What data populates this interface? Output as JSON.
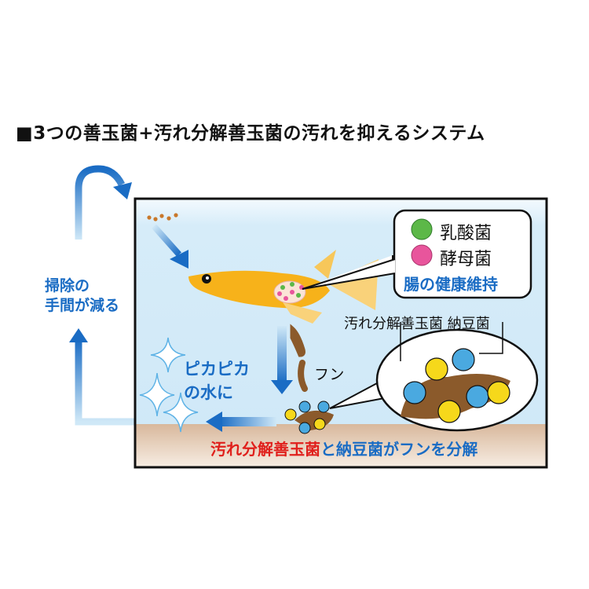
{
  "title": "■3つの善玉菌+汚れ分解善玉菌の汚れを抑えるシステム",
  "loop_label": [
    "掃除の",
    "手間が減る"
  ],
  "legend": {
    "items": [
      {
        "label": "乳酸菌",
        "color": "#5cb848"
      },
      {
        "label": "酵母菌",
        "color": "#e8559c"
      }
    ],
    "caption": "腸の健康維持"
  },
  "bacteria_label": "汚れ分解善玉菌 納豆菌",
  "waste_label": "フン",
  "clean_water_label": [
    "ピカピカ",
    "の水に"
  ],
  "bottom_caption": {
    "red": "汚れ分解善玉菌",
    "blue": "と納豆菌がフンを分解"
  },
  "colors": {
    "accent_blue": "#1a6cc4",
    "red": "#e0201c",
    "fish": "#f7b21a",
    "waste": "#8b5a2b"
  }
}
